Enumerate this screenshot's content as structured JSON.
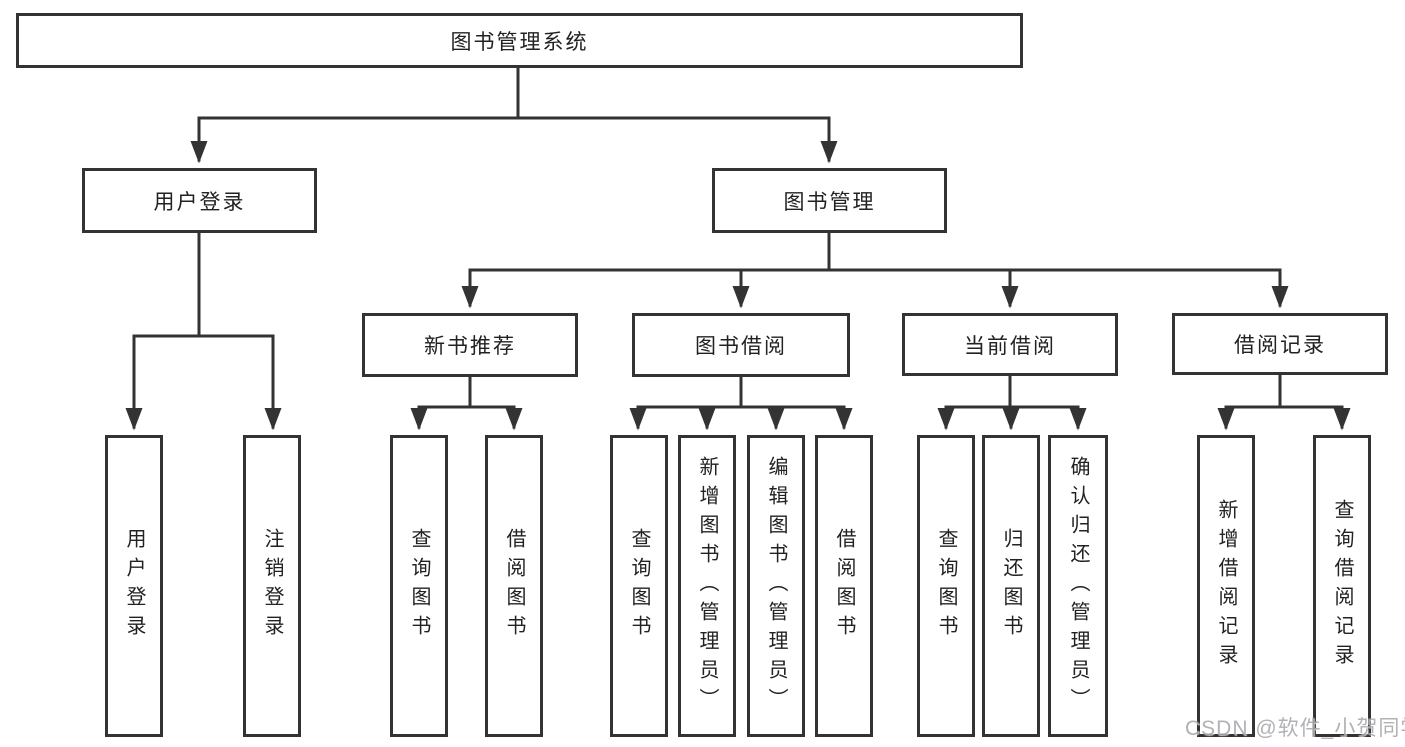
{
  "tree": {
    "root": {
      "label": "图书管理系统"
    },
    "children": [
      {
        "label": "用户登录",
        "children": [
          {
            "label": "用户登录"
          },
          {
            "label": "注销登录"
          }
        ]
      },
      {
        "label": "图书管理",
        "children": [
          {
            "label": "新书推荐",
            "children": [
              {
                "label": "查询图书"
              },
              {
                "label": "借阅图书"
              }
            ]
          },
          {
            "label": "图书借阅",
            "children": [
              {
                "label": "查询图书"
              },
              {
                "label": "新增图书（管理员）"
              },
              {
                "label": "编辑图书（管理员）"
              },
              {
                "label": "借阅图书"
              }
            ]
          },
          {
            "label": "当前借阅",
            "children": [
              {
                "label": "查询图书"
              },
              {
                "label": "归还图书"
              },
              {
                "label": "确认归还（管理员）"
              }
            ]
          },
          {
            "label": "借阅记录",
            "children": [
              {
                "label": "新增借阅记录"
              },
              {
                "label": "查询借阅记录"
              }
            ]
          }
        ]
      }
    ]
  },
  "watermark": {
    "text": "CSDN @软件_小贺同学"
  },
  "colors": {
    "line": "#333333",
    "text": "#222222",
    "box_bg": "#ffffff",
    "page_bg": "#ffffff",
    "watermark": "#a9a9af"
  }
}
